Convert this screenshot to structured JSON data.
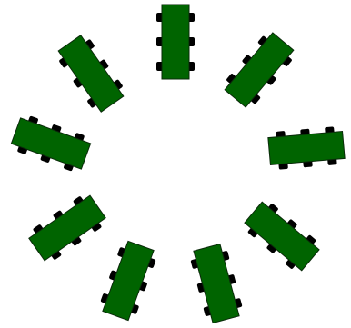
{
  "colors": {
    "background": "#ffffff",
    "table_fill": "#006400",
    "table_stroke": "#0a2a0a",
    "chair_fill": "#000000"
  },
  "layout": {
    "arrangement": "circle",
    "table_count": 9,
    "chairs_per_table": 6,
    "chairs_per_long_side": 3
  }
}
